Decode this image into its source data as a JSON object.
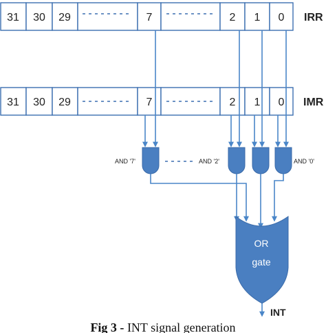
{
  "irr": {
    "label": "IRR",
    "cells": [
      "31",
      "30",
      "29",
      "7",
      "2",
      "1",
      "0"
    ]
  },
  "imr": {
    "label": "IMR",
    "cells": [
      "31",
      "30",
      "29",
      "7",
      "2",
      "1",
      "0"
    ]
  },
  "and_gates": {
    "label_7": "AND '7'",
    "label_2": "AND '2'",
    "label_0": "AND '0'"
  },
  "or_gate": {
    "line1": "OR",
    "line2": "gate"
  },
  "output": {
    "label": "INT"
  },
  "caption": {
    "prefix": "Fig 3 -",
    "text": " INT signal generation"
  },
  "colors": {
    "wire": "#4a86c8",
    "gate_fill": "#4a7fc1",
    "register_border": "#3c6fb0"
  }
}
